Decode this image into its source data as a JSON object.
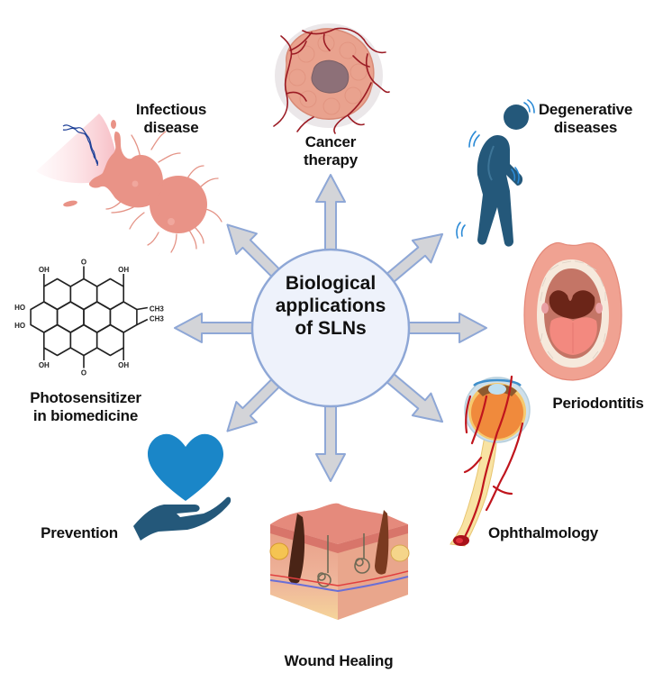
{
  "center": {
    "title_lines": [
      "Biological",
      "applications",
      "of SLNs"
    ]
  },
  "applications": [
    {
      "id": "cancer",
      "lines": [
        "Cancer",
        "therapy"
      ],
      "icon": "tumor-icon"
    },
    {
      "id": "degenerative",
      "lines": [
        "Degenerative",
        "diseases"
      ],
      "icon": "trembling-person-icon"
    },
    {
      "id": "periodontitis",
      "lines": [
        "Periodontitis"
      ],
      "icon": "open-mouth-icon"
    },
    {
      "id": "ophthalmology",
      "lines": [
        "Ophthalmology"
      ],
      "icon": "eye-anatomy-icon"
    },
    {
      "id": "wound",
      "lines": [
        "Wound Healing"
      ],
      "icon": "skin-cross-section-icon"
    },
    {
      "id": "prevention",
      "lines": [
        "Prevention"
      ],
      "icon": "heart-in-hand-icon"
    },
    {
      "id": "photosensitizer",
      "lines": [
        "Photosensitizer",
        "in biomedicine"
      ],
      "icon": "hypericin-structure-icon"
    },
    {
      "id": "infectious",
      "lines": [
        "Infectious",
        "disease"
      ],
      "icon": "bacteria-lysis-icon"
    }
  ],
  "chemical_labels": {
    "oh": "OH",
    "ho": "HO",
    "o": "O",
    "ch3": "CH3"
  },
  "colors": {
    "circle_fill": "#eef2fb",
    "circle_stroke": "#8ea7d6",
    "arrow_fill": "#d3d4d8",
    "arrow_stroke": "#8ea7d6",
    "person": "#24587a",
    "heart": "#1a86c8",
    "tremor": "#2a8ad6"
  }
}
